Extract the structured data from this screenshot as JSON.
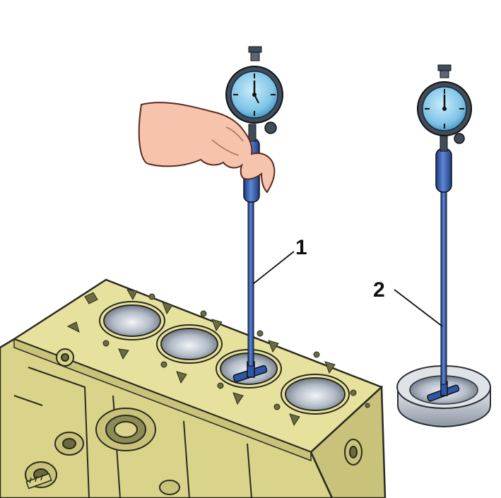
{
  "callouts": [
    {
      "id": "1",
      "text": "1"
    },
    {
      "id": "2",
      "text": "2"
    }
  ],
  "colors": {
    "block_fill": "#e6e29e",
    "block_shadow": "#c8c27a",
    "block_outline": "#2a2a1e",
    "bore_wall": "#b4bcc8",
    "gauge_face": "#7ec3e6",
    "gauge_bezel": "#3f4d5a",
    "rod_blue": "#2d57a8",
    "hand_skin": "#f6c4ac",
    "ring_steel": "#c3c9d2"
  }
}
